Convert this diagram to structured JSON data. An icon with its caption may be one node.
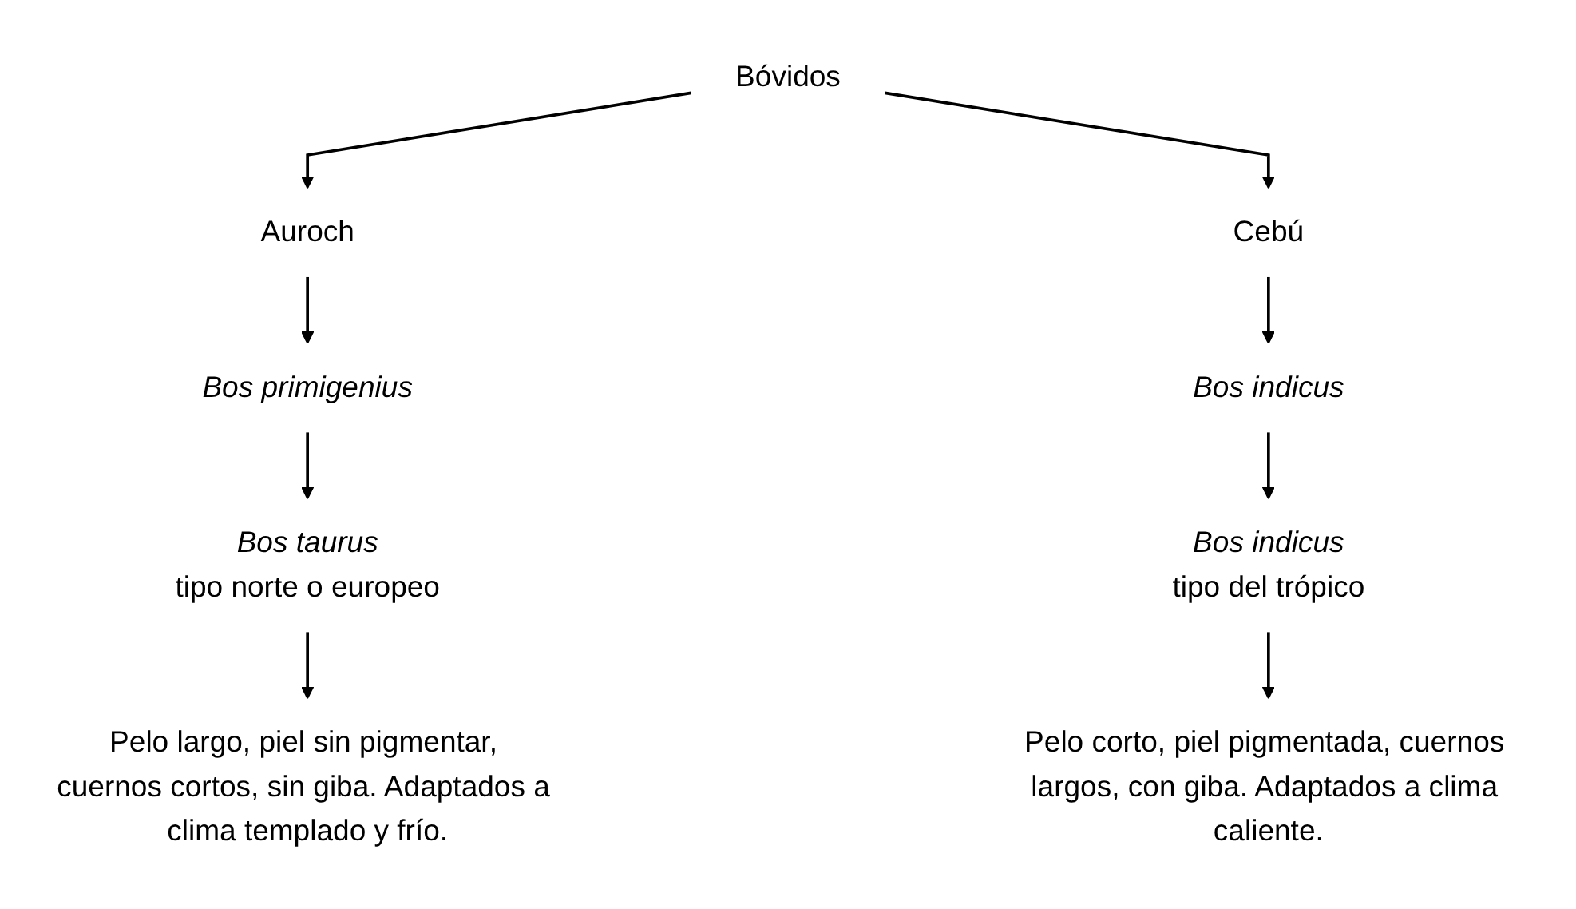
{
  "diagram": {
    "nodes": [
      {
        "text": [
          "Bóvidos"
        ]
      },
      {
        "text": [
          "Auroch"
        ]
      },
      {
        "text": [
          "Cebú"
        ]
      },
      {
        "text": [
          "Bos primigenius"
        ]
      },
      {
        "text": [
          "Bos indicus"
        ]
      },
      {
        "text": [
          "Bos taurus",
          "tipo norte o europeo"
        ]
      },
      {
        "text": [
          "Bos indicus",
          "tipo del trópico"
        ]
      },
      {
        "text": [
          "Pelo largo, piel sin pigmentar, cuernos cortos, sin giba. Adaptados a clima templado y frío."
        ]
      },
      {
        "text": [
          "Pelo corto, piel pigmentada, cuernos largos, con giba. Adaptados a clima caliente."
        ]
      }
    ],
    "edges": [
      {
        "from": 0,
        "to": 1,
        "arrow": "to"
      },
      {
        "from": 0,
        "to": 2,
        "arrow": "to"
      },
      {
        "from": 1,
        "to": 3,
        "arrow": "to"
      },
      {
        "from": 2,
        "to": 4,
        "arrow": "to"
      },
      {
        "from": 3,
        "to": 5,
        "arrow": "to"
      },
      {
        "from": 4,
        "to": 6,
        "arrow": "to"
      },
      {
        "from": 5,
        "to": 7,
        "arrow": "to"
      },
      {
        "from": 6,
        "to": 8,
        "arrow": "to"
      }
    ]
  }
}
